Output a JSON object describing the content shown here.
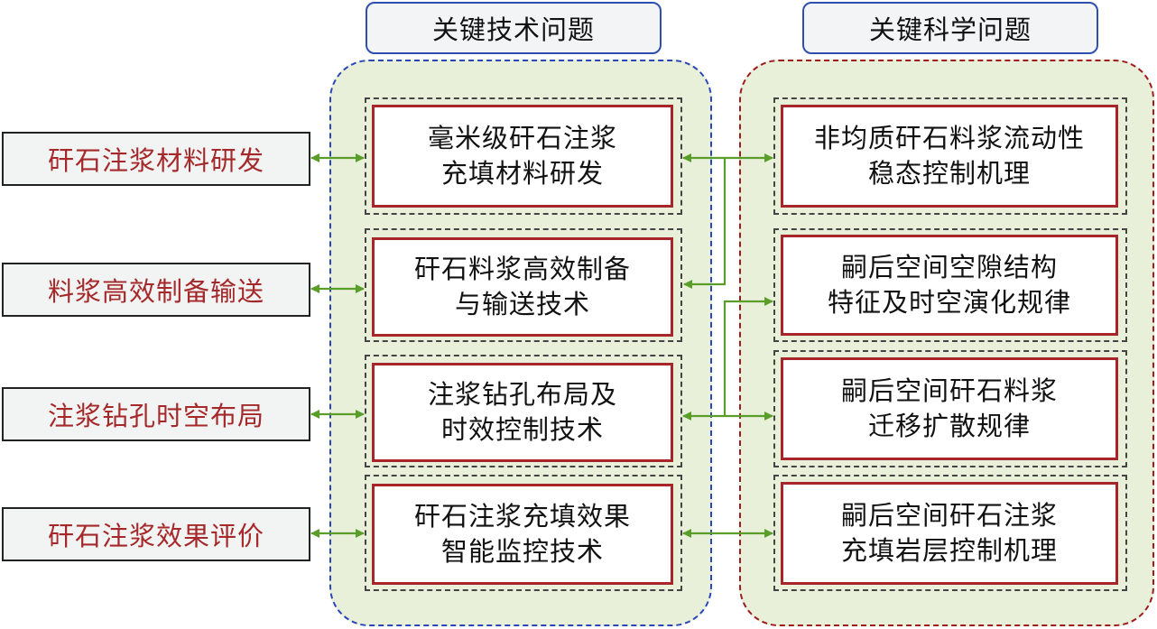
{
  "columns": {
    "technical": {
      "title": "关键技术问题"
    },
    "scientific": {
      "title": "关键科学问题"
    }
  },
  "inputs": [
    {
      "label": "矸石注浆材料研发"
    },
    {
      "label": "料浆高效制备输送"
    },
    {
      "label": "注浆钻孔时空布局"
    },
    {
      "label": "矸石注浆效果评价"
    }
  ],
  "technical_items": [
    {
      "line1": "毫米级矸石注浆",
      "line2": "充填材料研发"
    },
    {
      "line1": "矸石料浆高效制备",
      "line2": "与输送技术"
    },
    {
      "line1": "注浆钻孔布局及",
      "line2": "时效控制技术"
    },
    {
      "line1": "矸石注浆充填效果",
      "line2": "智能监控技术"
    }
  ],
  "scientific_items": [
    {
      "line1": "非均质矸石料浆流动性",
      "line2": "稳态控制机理"
    },
    {
      "line1": "嗣后空间空隙结构",
      "line2": "特征及时空演化规律"
    },
    {
      "line1": "嗣后空间矸石料浆",
      "line2": "迁移扩散规律"
    },
    {
      "line1": "嗣后空间矸石注浆",
      "line2": "充填岩层控制机理"
    }
  ],
  "colors": {
    "arrow": "#5a9e2a",
    "tech_border": "#2a47b8",
    "sci_border": "#9e1c1c",
    "box_border": "#a8262a",
    "input_text": "#a5292a",
    "group_fill": "#e8f0da"
  }
}
